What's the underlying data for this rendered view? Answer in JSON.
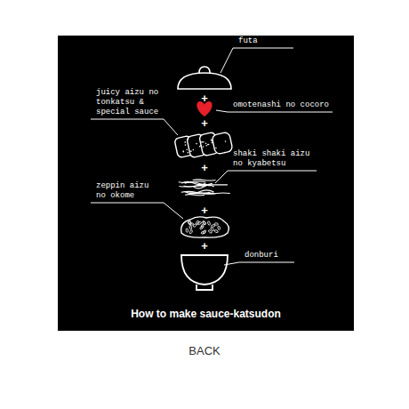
{
  "diagram": {
    "title": "How to make sauce-katsudon",
    "caption": "BACK",
    "labels": [
      "futa",
      "+",
      "omotenashi no cocoro",
      "+",
      "juicy aizu no tonkatsu & special sauce",
      "+",
      "shaki shaki aizu no kyabetsu",
      "zeppin aizu no okome",
      "+",
      "+",
      "donburi"
    ]
  }
}
